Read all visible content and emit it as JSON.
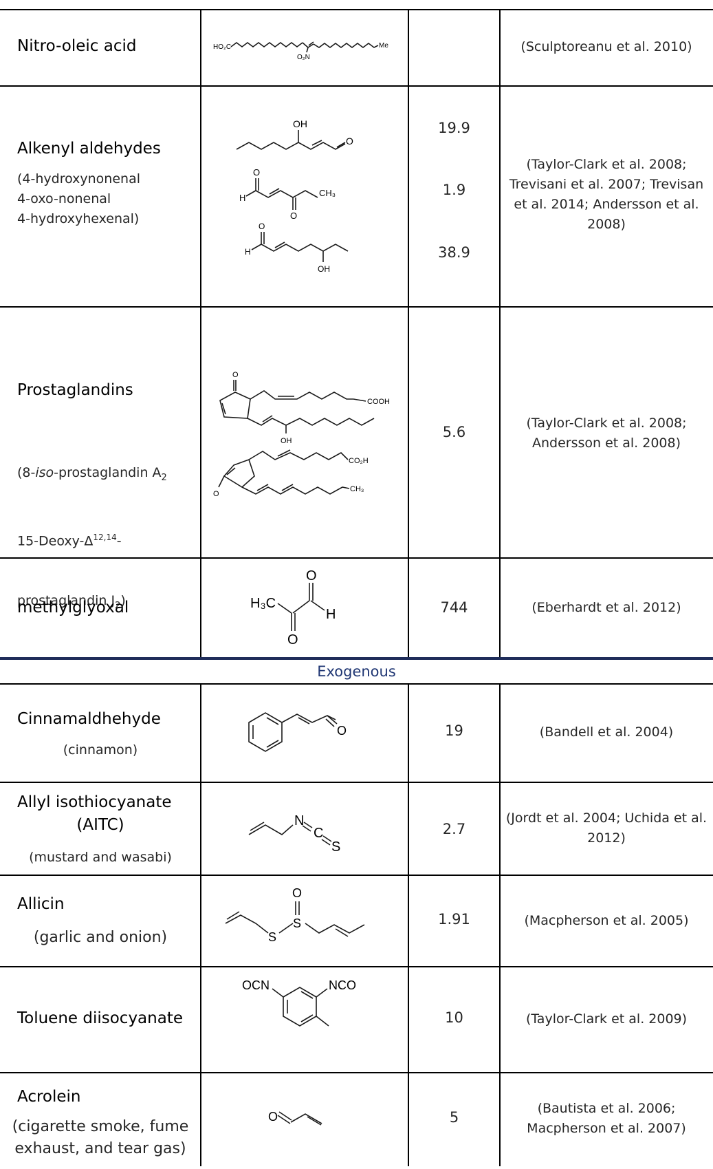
{
  "rows": [
    {
      "name": "Nitro-oleic acid",
      "sub": "",
      "value": "",
      "ref": "(Sculptoreanu et al. 2010)",
      "structure_icon": "nitro-oleic-acid-structure"
    },
    {
      "name": "Alkenyl aldehydes",
      "sub": "(4-hydroxynonenal\n4-oxo-nonenal\n4-hydroxyhexenal)",
      "values": [
        "19.9",
        "1.9",
        "38.9"
      ],
      "ref": "(Taylor-Clark et al. 2008; Trevisani et al. 2007; Trevisan et al. 2014; Andersson et al. 2008)",
      "structure_icon": "alkenyl-aldehydes-structures"
    },
    {
      "name": "Prostaglandins",
      "sub_parts": {
        "line1a": "(8-",
        "line1b": "iso",
        "line1c": "-prostaglandin A",
        "line1d": "2",
        "line2a": "15-Deoxy-Δ",
        "line2b": "12,14",
        "line2c": "-",
        "line3a": "prostaglandin J",
        "line3b": "2",
        "line3c": ")"
      },
      "value": "5.6",
      "ref": "(Taylor-Clark et al. 2008; Andersson et al. 2008)",
      "structure_icon": "prostaglandins-structures"
    },
    {
      "name": "methylglyoxal",
      "value": "744",
      "ref": "(Eberhardt et al. 2012)",
      "structure_icon": "methylglyoxal-structure"
    },
    {
      "name": "Cinnamaldhehyde",
      "sub": "(cinnamon)",
      "value": "19",
      "ref": "(Bandell et al. 2004)",
      "structure_icon": "cinnamaldehyde-structure"
    },
    {
      "name": "Allyl isothiocyanate",
      "name2": "(AITC)",
      "sub": "(mustard and wasabi)",
      "value": "2.7",
      "ref": "(Jordt et al. 2004; Uchida et al. 2012)",
      "structure_icon": "aitc-structure"
    },
    {
      "name": "Allicin",
      "sub": "(garlic and onion)",
      "value": "1.91",
      "ref": "(Macpherson et al. 2005)",
      "structure_icon": "allicin-structure"
    },
    {
      "name": "Toluene diisocyanate",
      "value": "10",
      "ref": "(Taylor-Clark et al. 2009)",
      "structure_icon": "toluene-diisocyanate-structure"
    },
    {
      "name": "Acrolein",
      "sub": "(cigarette smoke, fume\nexhaust, and tear gas)",
      "value": "5",
      "ref": "(Bautista et al. 2006; Macpherson et al. 2007)",
      "structure_icon": "acrolein-structure"
    }
  ],
  "section": {
    "title": "Exogenous"
  },
  "chem": {
    "ho2c": "HO₂C",
    "me": "Me",
    "o2n": "O₂N",
    "oh": "OH",
    "o": "O",
    "h": "H",
    "ch3": "CH₃",
    "cooh": "COOH",
    "co2h": "CO₂H",
    "h3c": "H₃C",
    "n": "N",
    "c": "C",
    "s": "S",
    "ocn": "OCN",
    "nco": "NCO"
  },
  "colors": {
    "section_rule": "#1f2d5a",
    "section_text": "#1f3673"
  }
}
